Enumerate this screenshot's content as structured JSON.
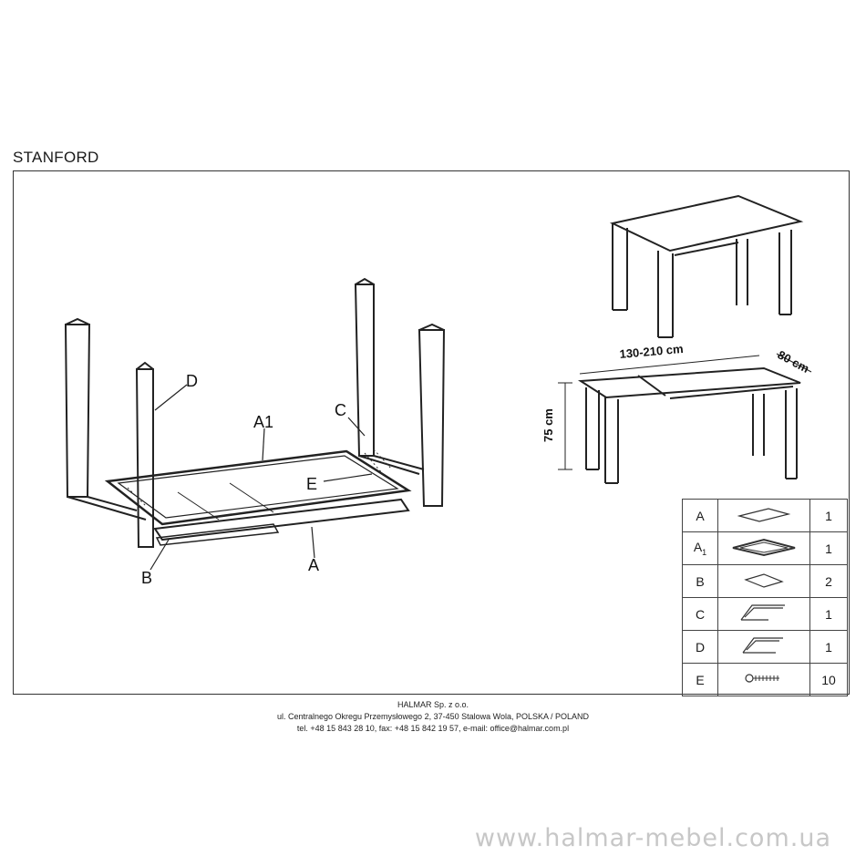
{
  "title": "STANFORD",
  "labels": {
    "D": "D",
    "A1": "A1",
    "C": "C",
    "E": "E",
    "A": "A",
    "B": "B"
  },
  "dimensions": {
    "length": "130-210 cm",
    "depth": "80 cm",
    "height": "75 cm"
  },
  "parts": [
    {
      "letter": "A",
      "qty": "1",
      "icon": "panel-icon"
    },
    {
      "letter": "A",
      "subscript": "1",
      "qty": "1",
      "icon": "frame-icon"
    },
    {
      "letter": "B",
      "qty": "2",
      "icon": "small-panel-icon"
    },
    {
      "letter": "C",
      "qty": "1",
      "icon": "leg-bracket-c-icon"
    },
    {
      "letter": "D",
      "qty": "1",
      "icon": "leg-bracket-d-icon"
    },
    {
      "letter": "E",
      "qty": "10",
      "icon": "screw-icon"
    }
  ],
  "footer": {
    "company": "HALMAR Sp. z o.o.",
    "address": "ul. Centralnego Okregu Przemysłowego 2, 37-450 Stalowa Wola, POLSKA / POLAND",
    "contact": "tel. +48 15 843 28 10, fax: +48 15 842 19 57, e-mail: office@halmar.com.pl"
  },
  "watermark": "www.halmar-mebel.com.ua"
}
